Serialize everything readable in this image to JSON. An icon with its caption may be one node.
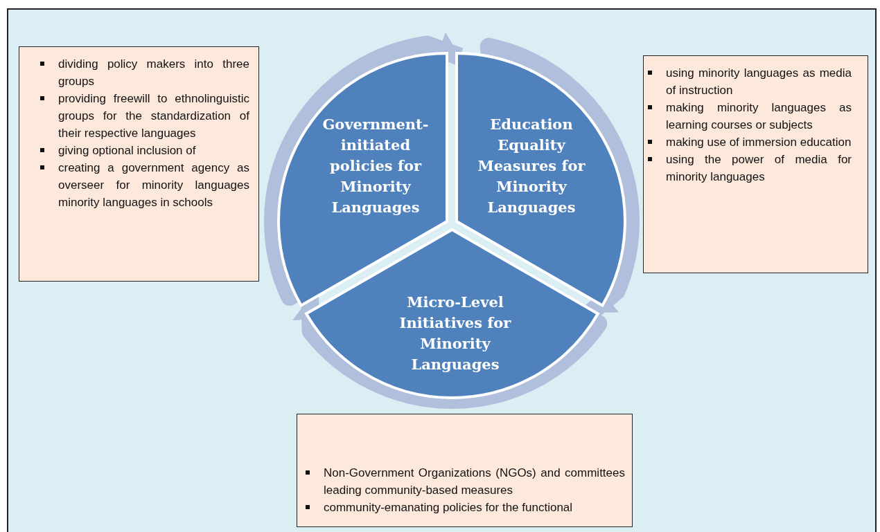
{
  "diagram": {
    "nodes": [
      {
        "text": [
          "dividing policy makers into three groups",
          "providing freewill to ethnolinguistic groups for the standardization of their respective languages",
          "giving optional inclusion of",
          "creating a government agency as overseer for minority languages minority languages in schools"
        ]
      },
      {
        "text": [
          "Government-initiated policies for Minority Languages"
        ]
      },
      {
        "text": [
          "Education Equality Measures for Minority Languages"
        ]
      },
      {
        "text": [
          "using minority languages as media of instruction",
          "making minority languages as learning courses or subjects",
          "making use of immersion education",
          "using the power of media for minority languages"
        ]
      },
      {
        "text": [
          "Micro-Level Initiatives for Minority Languages"
        ]
      },
      {
        "text": [
          "Non-Government Organizations (NGOs) and committees leading community-based measures",
          "community-emanating policies for the functional"
        ]
      }
    ],
    "edges": [
      {
        "from": 1,
        "to": 2,
        "arrow": "to"
      },
      {
        "from": 2,
        "to": 4,
        "arrow": "to"
      },
      {
        "from": 4,
        "to": 1,
        "arrow": "to"
      }
    ]
  }
}
